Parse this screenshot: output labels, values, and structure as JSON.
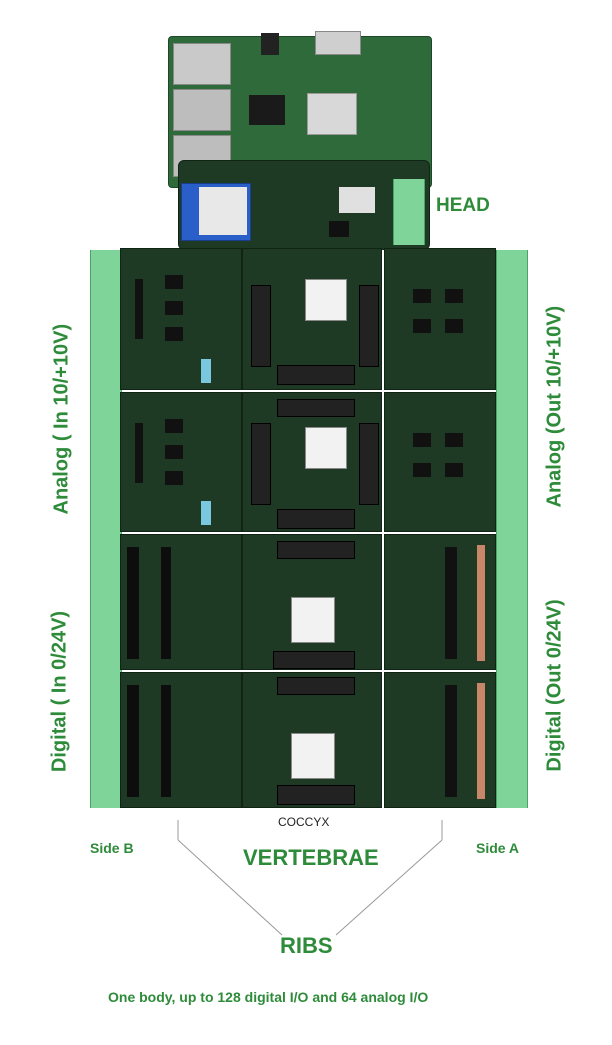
{
  "labels": {
    "head": "HEAD",
    "analog_in": "Analog  ( In 10/+10V)",
    "analog_out": "Analog  (Out 10/+10V)",
    "digital_in": "Digital  ( In 0/24V)",
    "digital_out": "Digital  (Out 0/24V)",
    "coccyx": "COCCYX",
    "side_b": "Side B",
    "side_a": "Side A",
    "vertebrae": "VERTEBRAE",
    "ribs": "RIBS",
    "caption": "One body, up to 128 digital I/O and 64 analog I/O"
  },
  "colors": {
    "label_green": "#2e8b3a",
    "pcb_green": "#1f3a24",
    "terminal_green": "#7fd49a",
    "line_gray": "#999999"
  }
}
